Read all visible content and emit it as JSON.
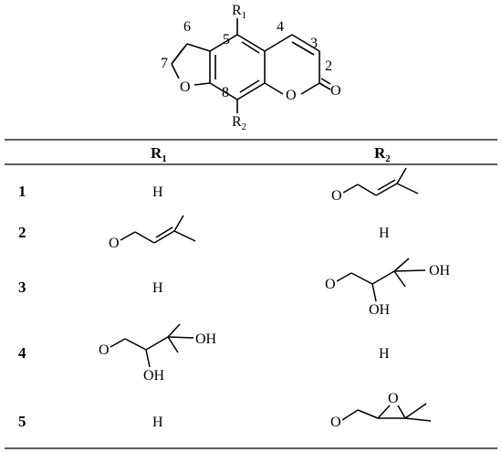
{
  "structure": {
    "positions": [
      "2",
      "3",
      "4",
      "5",
      "6",
      "7",
      "8"
    ],
    "substituent_labels": [
      {
        "main": "R",
        "sub": "1"
      },
      {
        "main": "R",
        "sub": "2"
      }
    ],
    "atoms": {
      "oxygen": "O"
    }
  },
  "table": {
    "headers": [
      {
        "main": "R",
        "sub": "1"
      },
      {
        "main": "R",
        "sub": "2"
      }
    ],
    "rows": [
      {
        "id": "1",
        "r1": "H",
        "r2": "prenyloxy"
      },
      {
        "id": "2",
        "r1": "prenyloxy",
        "r2": "H"
      },
      {
        "id": "3",
        "r1": "H",
        "r2": "dihydroxy"
      },
      {
        "id": "4",
        "r1": "dihydroxy",
        "r2": "H"
      },
      {
        "id": "5",
        "r1": "H",
        "r2": "epoxy"
      }
    ],
    "h": "H",
    "o": "O",
    "oh": "OH"
  }
}
